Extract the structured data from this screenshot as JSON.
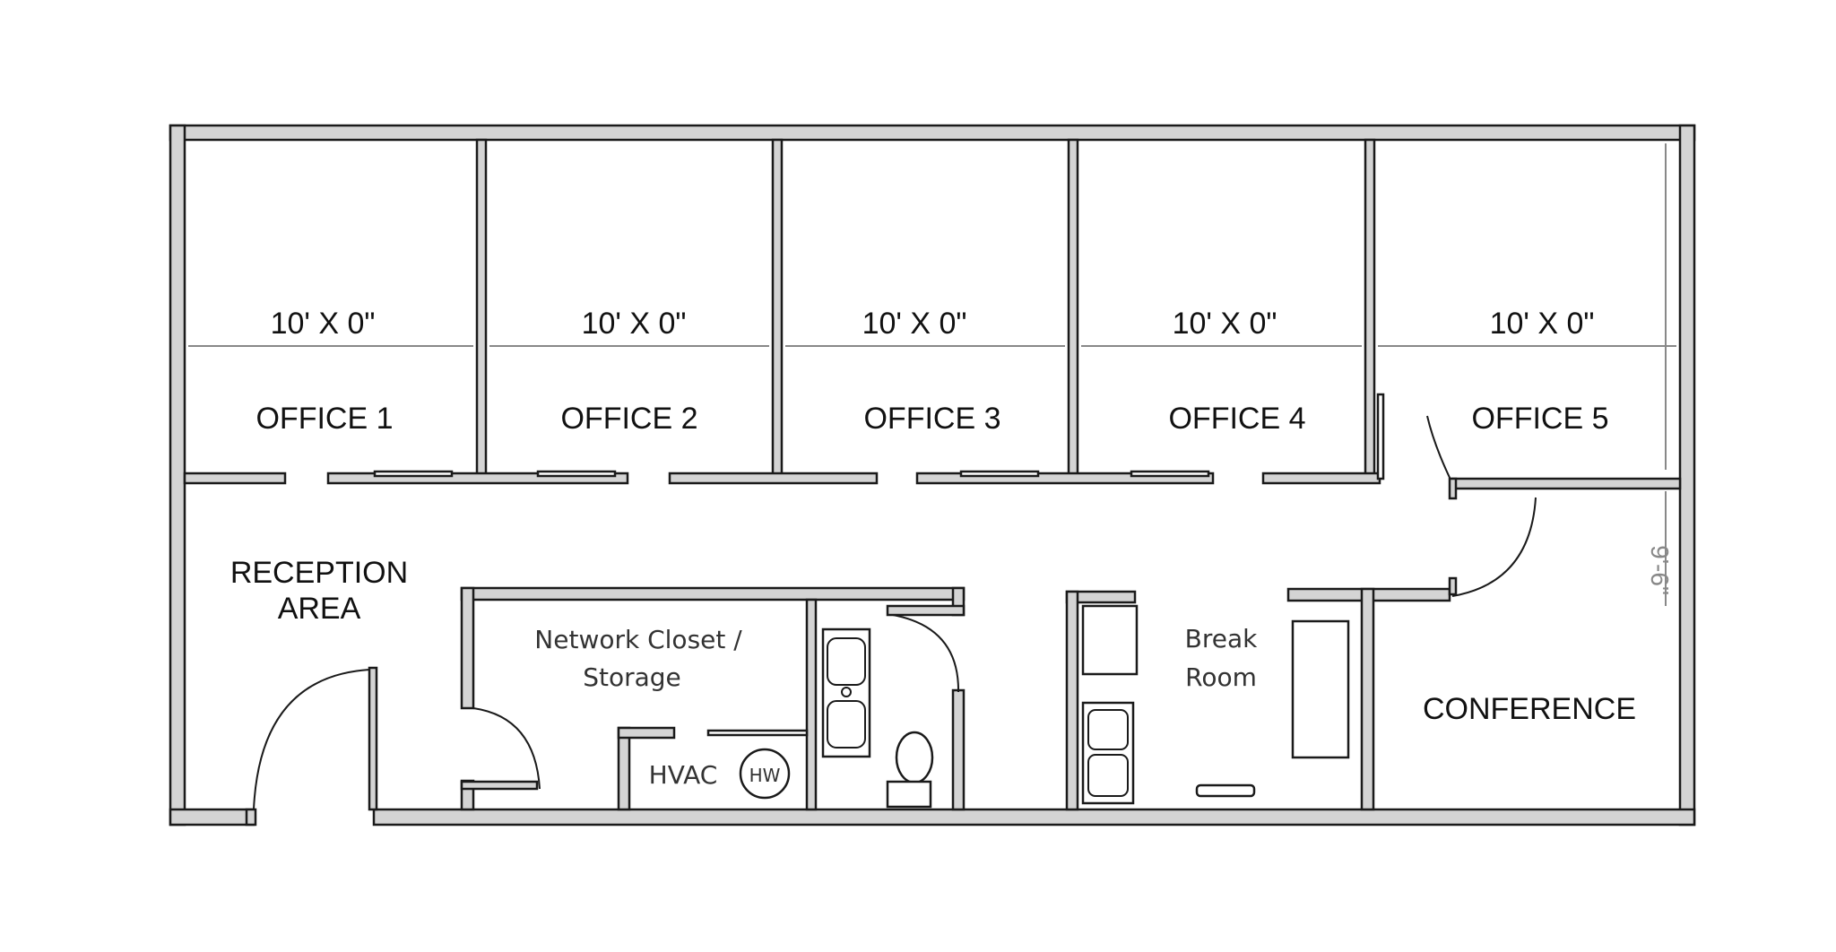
{
  "rooms": {
    "office_1": "OFFICE 1",
    "office_2": "OFFICE 2",
    "office_3": "OFFICE 3",
    "office_4": "OFFICE 4",
    "office_5": "OFFICE 5",
    "reception_line1": "RECEPTION",
    "reception_line2": "AREA",
    "network_line1": "Network Closet /",
    "network_line2": "Storage",
    "hvac": "HVAC",
    "water_heater": "HW",
    "break_line1": "Break",
    "break_line2": "Room",
    "conference": "CONFERENCE"
  },
  "dimensions": {
    "office_width": "10' X 0\"",
    "conference_depth": "9'-6\""
  }
}
